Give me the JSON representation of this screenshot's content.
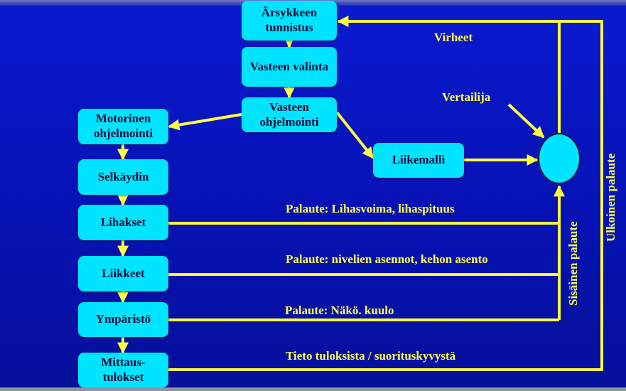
{
  "nodes": {
    "stimulus": "Ärsykkeen tunnistus",
    "response_selection": "Vasteen valinta",
    "response_programming": "Vasteen ohjelmointi",
    "motor_programming": "Motorinen ohjelmointi",
    "spinal_cord": "Selkäydin",
    "muscles": "Lihakset",
    "movements": "Liikkeet",
    "environment": "Ympäristö",
    "results_line1": "Mittaus-",
    "results_line2": "tulokset",
    "motion_model": "Liikemalli"
  },
  "labels": {
    "errors": "Virheet",
    "comparator": "Vertailija",
    "feedback_muscle": "Palaute: Lihasvoima, lihaspituus",
    "feedback_joint": "Palaute: nivelien asennot, kehon asento",
    "feedback_senses": "Palaute: Näkö. kuulo",
    "results_info": "Tieto tuloksista / suorituskyvystä",
    "internal_feedback": "Sisäinen palaute",
    "external_feedback": "Ulkoinen palaute"
  },
  "colors": {
    "background": "#0712b4",
    "box_fill": "#00e4ff",
    "arrow": "#ffff40",
    "label_text": "#ffff50"
  }
}
